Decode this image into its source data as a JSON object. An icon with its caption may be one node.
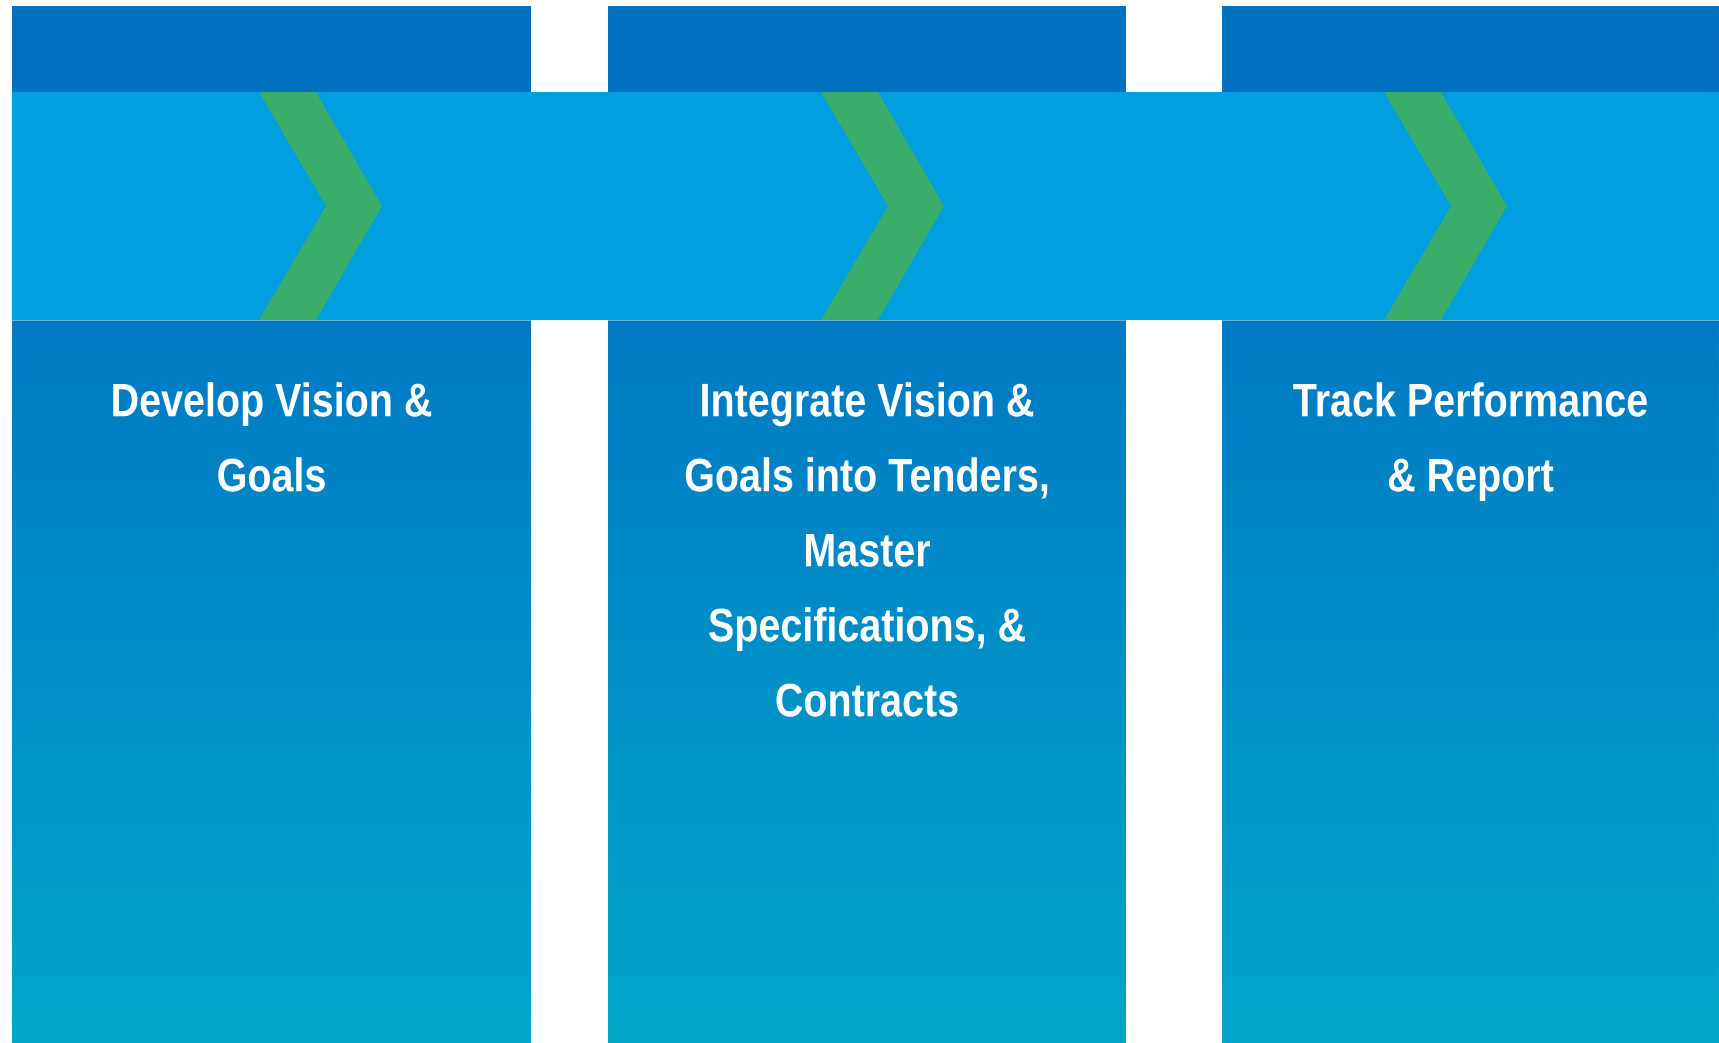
{
  "diagram": {
    "nodes": [
      {
        "text": [
          "Develop Vision & Goals"
        ]
      },
      {
        "text": [
          "Integrate Vision & Goals into Tenders, Master Specifications, & Contracts"
        ]
      },
      {
        "text": [
          "Track Performance & Report"
        ]
      }
    ]
  }
}
